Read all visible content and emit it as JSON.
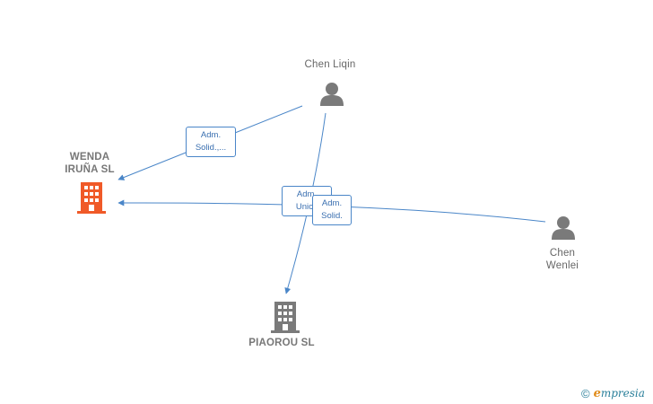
{
  "nodes": {
    "chen_liqin": {
      "label": "Chen Liqin",
      "type": "person"
    },
    "chen_wenlei": {
      "label": "Chen\nWenlei",
      "type": "person"
    },
    "wenda": {
      "label": "WENDA\nIRUÑA  SL",
      "type": "company-highlight"
    },
    "piaorou": {
      "label": "PIAOROU  SL",
      "type": "company"
    }
  },
  "edges": {
    "liqin_wenda": "Adm.\nSolid.,...",
    "liqin_piaorou": "Adm.\nUnico",
    "wenlei_wenda": "Adm.\nSolid."
  },
  "brand": {
    "copyright": "©",
    "e": "e",
    "rest": "mpresia"
  },
  "colors": {
    "edge": "#4a86c8",
    "highlight": "#f05a28",
    "company": "#7a7a7a",
    "person": "#7a7a7a"
  }
}
